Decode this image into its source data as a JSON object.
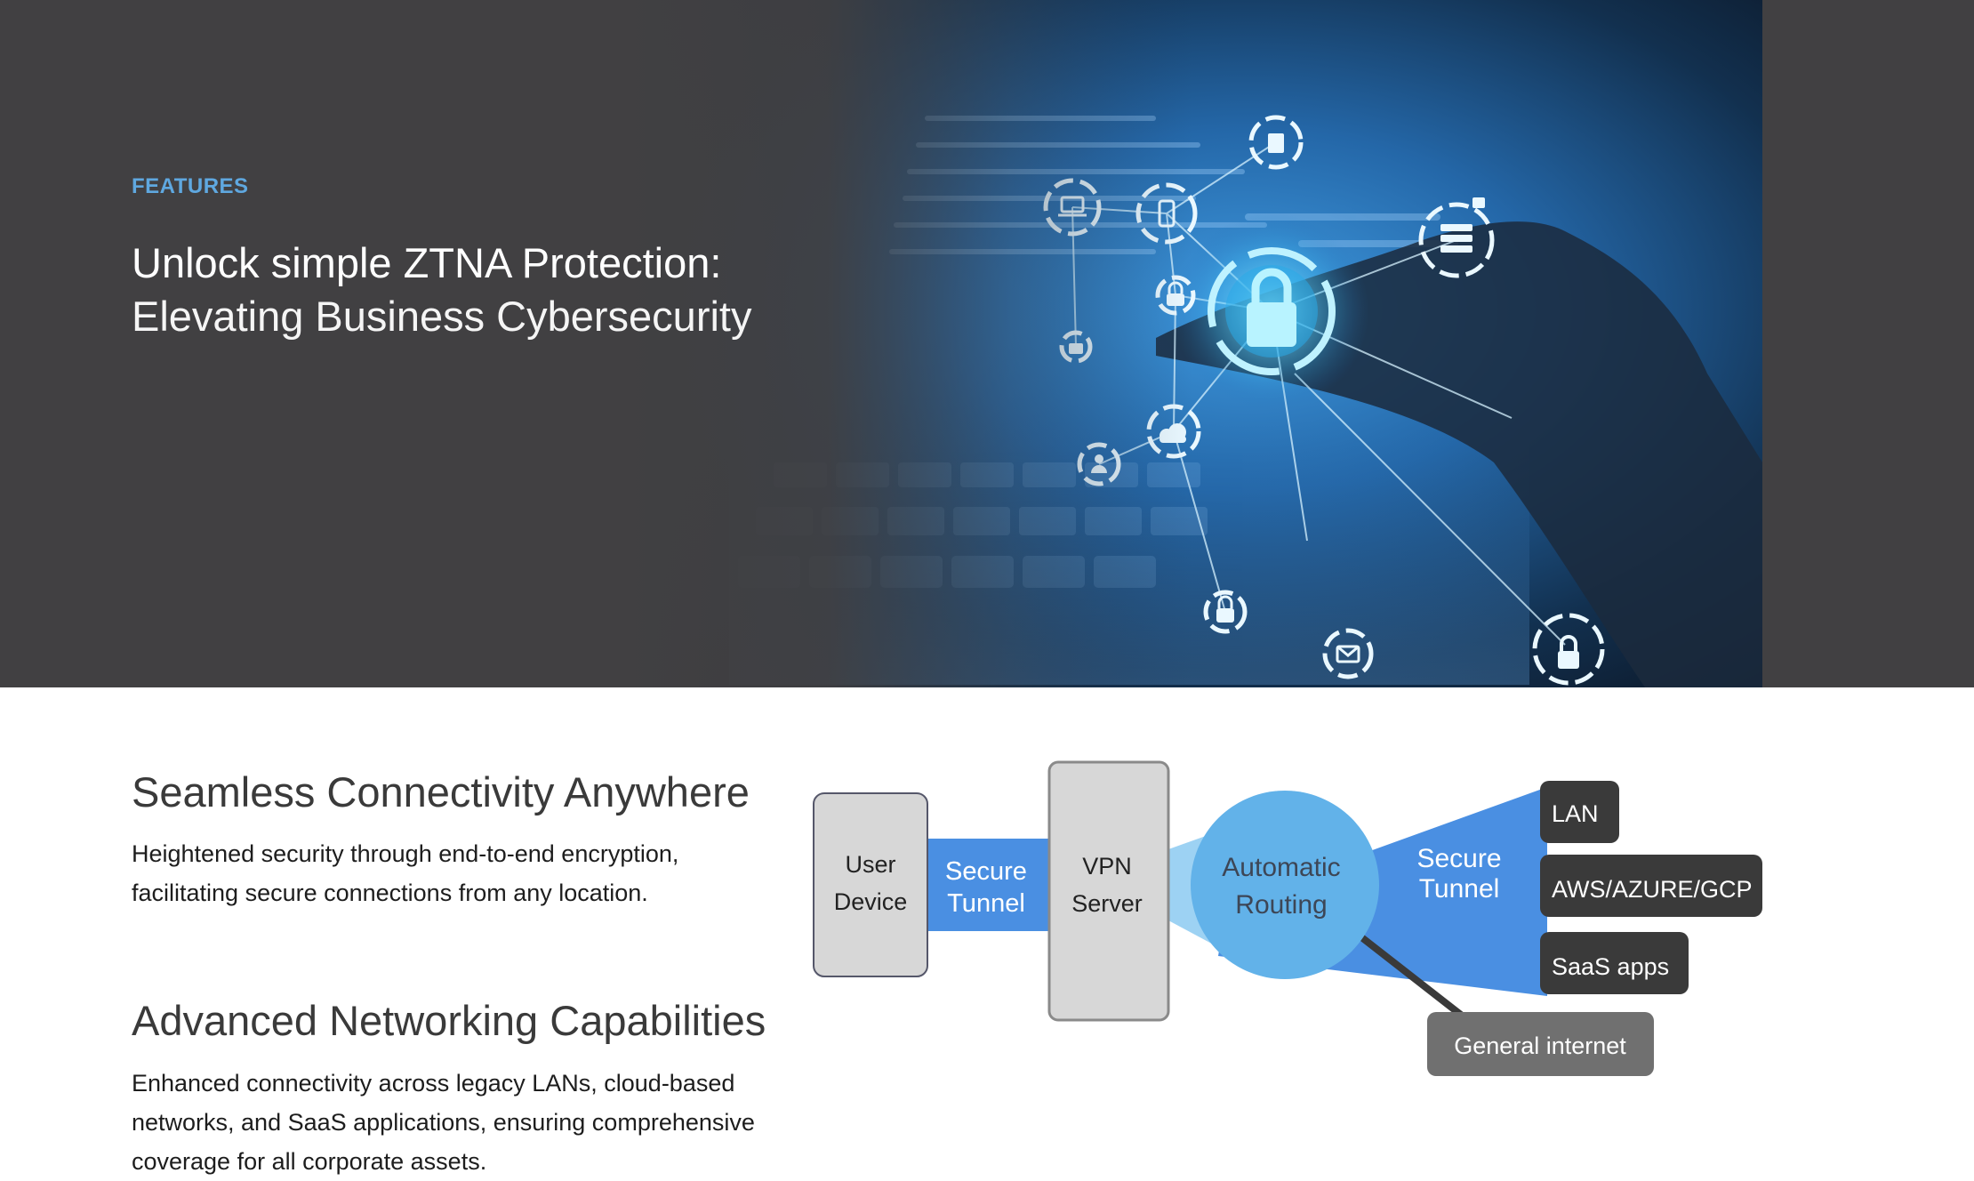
{
  "hero": {
    "eyebrow": "FEATURES",
    "title": "Unlock simple ZTNA Protection:",
    "subtitle": "Elevating Business Cybersecurity"
  },
  "features": [
    {
      "title": "Seamless Connectivity Anywhere",
      "desc_lines": [
        "Heightened security through end-to-end encryption,",
        "facilitating secure connections from any location."
      ]
    },
    {
      "title": "Advanced Networking Capabilities",
      "desc_lines": [
        "Enhanced connectivity across legacy LANs, cloud-based",
        "networks, and SaaS applications, ensuring comprehensive",
        "coverage for all corporate assets."
      ]
    }
  ],
  "diagram": {
    "user_device": [
      "User",
      "Device"
    ],
    "tunnel_left": [
      "Secure",
      "Tunnel"
    ],
    "vpn_server": [
      "VPN",
      "Server"
    ],
    "routing": [
      "Automatic",
      "Routing"
    ],
    "tunnel_right": [
      "Secure",
      "Tunnel"
    ],
    "destinations": [
      "LAN",
      "AWS/AZURE/GCP",
      "SaaS apps"
    ],
    "internet": "General internet",
    "colors": {
      "tunnel_blue": "#4a8fe2",
      "routing_blue": "#62b2e9",
      "box_gray": "#d7d7d7",
      "dark_pill": "#3a3a3a",
      "gray_pill": "#707070"
    }
  },
  "icons": [
    "lock-icon",
    "server-icon",
    "laptop-icon",
    "mobile-icon",
    "cloud-icon",
    "user-icon",
    "mail-icon",
    "document-icon"
  ]
}
